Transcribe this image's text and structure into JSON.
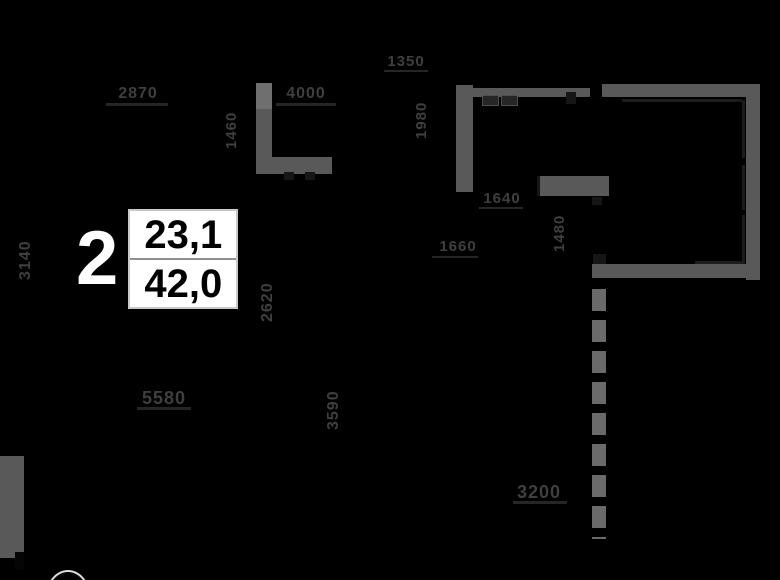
{
  "plan_info": {
    "room_count": "2",
    "living_area": "23,1",
    "total_area": "42,0"
  },
  "dimensions_mm": {
    "top_left": "2870",
    "top_mid": "4000",
    "top_right": "1350",
    "entry_vertical": "1460",
    "corridor_vertical": "1980",
    "left_edge_vertical": "3140",
    "below_badge_vertical": "2620",
    "room_inner_horizontal": "1640",
    "mid_horizontal": "1660",
    "mid_right_vertical": "1480",
    "bottom_left_horizontal": "5580",
    "bottom_center_vertical": "3590",
    "bottom_right_horizontal": "3200"
  },
  "colors": {
    "background": "#000000",
    "wall": "#595959",
    "wall_light": "#6f6f6f",
    "window_line": "#1c1c1c",
    "dashed_line": "#6a6a6a",
    "dimension_text": "#3f3f3f",
    "badge_background": "#ffffff",
    "badge_border": "#c9c9c9",
    "badge_text": "#000000",
    "unit_number_text": "#ffffff",
    "door_arc": "#dcdcdc"
  }
}
